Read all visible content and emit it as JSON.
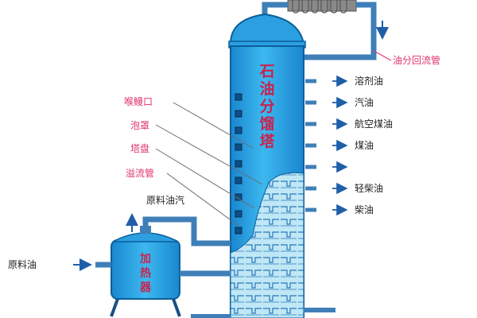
{
  "colors": {
    "vessel_blue": "#28a8e6",
    "vessel_dark": "#0b6fb3",
    "pipe": "#3f7fb8",
    "pipe_dark": "#1c4f83",
    "tray_light": "#bfe7f6",
    "pink_label": "#e0336f",
    "arrow": "#1f5ea8"
  },
  "tower": {
    "label_chars": [
      "石",
      "油",
      "分",
      "馏",
      "塔"
    ]
  },
  "heater": {
    "label_chars": [
      "加",
      "热",
      "器"
    ]
  },
  "reflux_label": "油分回流管",
  "products": [
    {
      "label": "溶剂油"
    },
    {
      "label": "汽油"
    },
    {
      "label": "航空煤油"
    },
    {
      "label": "煤油"
    },
    {
      "label": ""
    },
    {
      "label": "轻柴油"
    },
    {
      "label": "柴油"
    }
  ],
  "left_labels": {
    "manhole": "喉鳗口",
    "bubble_cap": "泡罩",
    "tray": "塔盘",
    "overflow": "溢流管",
    "crude_vapor": "原料油汽",
    "crude_oil": "原料油"
  },
  "manholes": [
    {
      "row": 1
    },
    {
      "row": 2
    },
    {
      "row": 3
    },
    {
      "row": 4
    },
    {
      "row": 5
    },
    {
      "row": 6
    },
    {
      "row": 7
    },
    {
      "row": 8
    },
    {
      "row": 9
    }
  ]
}
